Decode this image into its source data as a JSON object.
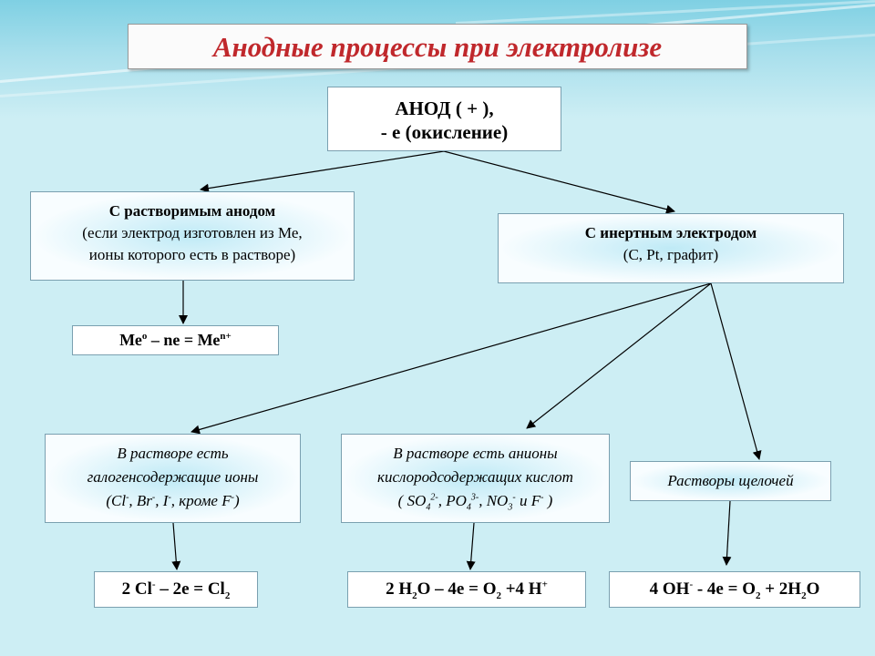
{
  "title": "Анодные процессы при электролизе",
  "anode": {
    "line1": "АНОД ( + ),",
    "line2": "- е (окисление)"
  },
  "soluble": {
    "heading": "С растворимым анодом",
    "line2": "(если электрод изготовлен из Ме,",
    "line3": "ионы которого есть в растворе)"
  },
  "inert": {
    "heading": "С инертным электродом",
    "line2": "(С, Pt, графит)"
  },
  "metal_eq": {
    "a": "Ме",
    "a_sup": "о",
    "b": " – nе = Ме",
    "b_sup": "n+"
  },
  "halide": {
    "line1": "В растворе есть",
    "line2": "галогенсодержащие ионы",
    "cl": "(Cl",
    "br": ", Br",
    "i": ", I",
    "f": ", кроме F",
    "end": ")",
    "minus": "-"
  },
  "oxyanion": {
    "line1": "В растворе есть анионы",
    "line2": "кислородсодержащих кислот",
    "so4": "( SO",
    "so4_sub": "4",
    "so4_sup": "2-",
    "po4": ", PO",
    "po4_sub": "4",
    "po4_sup": "3-",
    "no3": ", NO",
    "no3_sub": "3",
    "no3_sup": "-",
    "f": " и F",
    "f_sup": "-",
    "end": " )"
  },
  "alkali": {
    "label": "Растворы щелочей"
  },
  "eq_cl": {
    "a": "2 Cl",
    "a_sup": "-",
    "b": " – 2е = Cl",
    "b_sub": "2"
  },
  "eq_h2o": {
    "a": "2 H",
    "a_sub": "2",
    "b": "O – 4е = O",
    "b_sub": "2",
    "c": " +4 H",
    "c_sup": "+"
  },
  "eq_oh": {
    "a": "4 OH",
    "a_sup": "-",
    "b": " - 4е = O",
    "b_sub": "2",
    "c": " + 2H",
    "c_sub": "2",
    "d": "O"
  }
}
